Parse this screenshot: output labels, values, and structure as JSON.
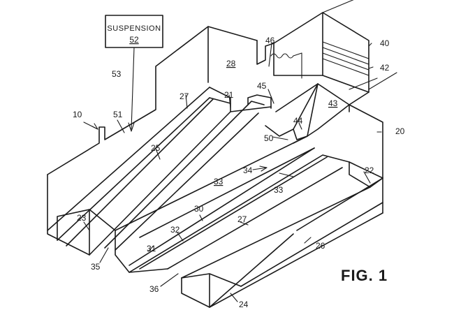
{
  "figure": {
    "caption": "FIG. 1",
    "box_label": "SUSPENSION",
    "box_number": "52",
    "labels": {
      "l10": "10",
      "l51": "51",
      "l53": "53",
      "l28": "28",
      "l46": "46",
      "l40": "40",
      "l42": "42",
      "l45": "45",
      "l43": "43",
      "l27a": "27",
      "l21": "21",
      "l25": "25",
      "l44": "44",
      "l50": "50",
      "l20": "20",
      "l34": "34",
      "l33a": "33",
      "l33b": "33",
      "l22": "22",
      "l23": "23",
      "l30": "30",
      "l32": "32",
      "l27b": "27",
      "l26": "26",
      "l31": "31",
      "l35": "35",
      "l36": "36",
      "l24": "24"
    }
  }
}
